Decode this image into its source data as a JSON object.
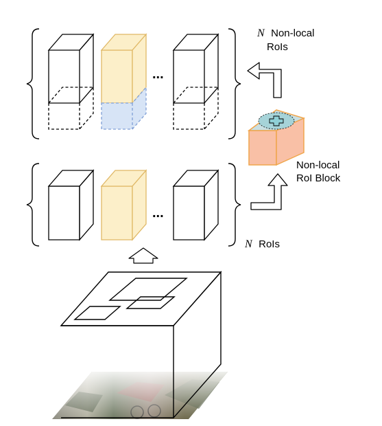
{
  "labels": {
    "top_var": "N",
    "top_line1": "Non-local",
    "top_line2": "RoIs",
    "mid_var": "N",
    "mid_text": "RoIs",
    "block_line1": "Non-local",
    "block_line2": "RoI Block",
    "ellipsis_top": "...",
    "ellipsis_mid": "..."
  },
  "colors": {
    "roi_fill": "#fcefc9",
    "roi_stroke": "#e0b866",
    "roi_lower_fill": "#d7e4f6",
    "roi_lower_stroke": "#7f9fd6",
    "block_fill": "#f9c0a6",
    "block_stroke": "#f0a64c",
    "block_top_fill": "#c9dfe2",
    "block_plus_fill": "#8fd0d6"
  },
  "icons": {
    "arrow_up": "up-arrow-icon",
    "bent_arrow_top": "bent-arrow-up-left-icon",
    "bent_arrow_mid": "bent-arrow-right-up-icon",
    "plus": "plus-icon"
  }
}
